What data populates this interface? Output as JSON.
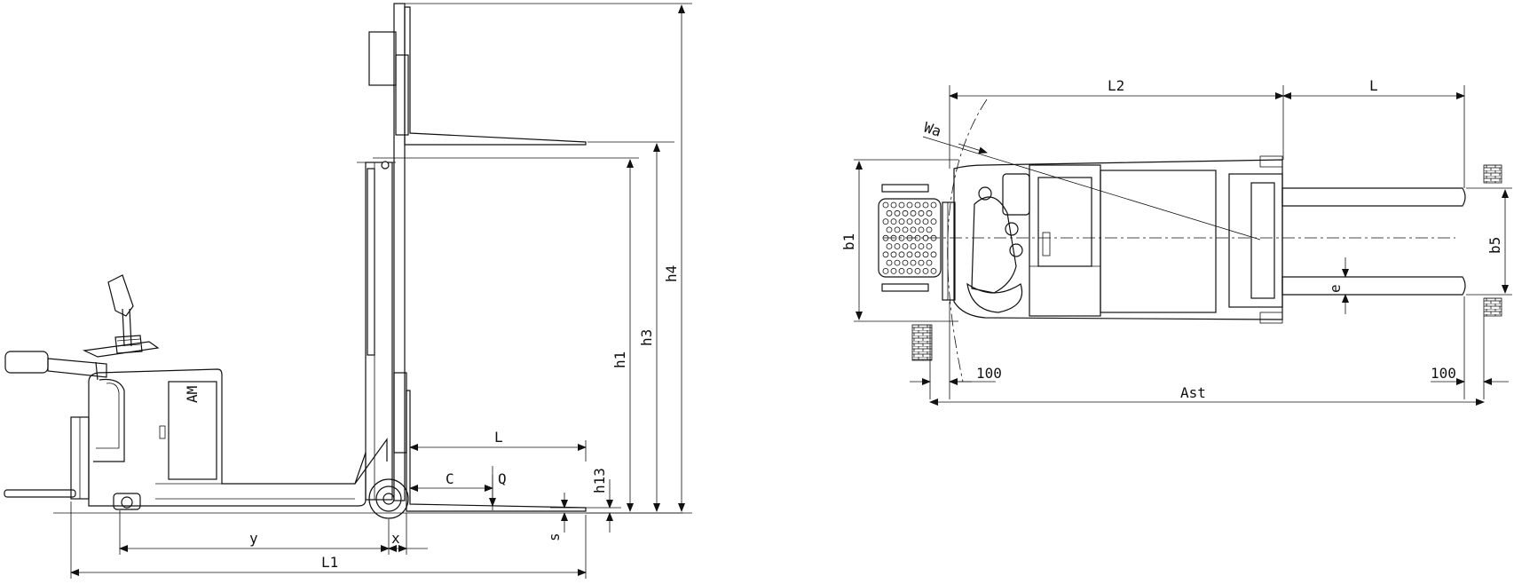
{
  "labels": {
    "y": "y",
    "x": "x",
    "L1": "L1",
    "L_side": "L",
    "C": "C",
    "Q": "Q",
    "h13": "h13",
    "s": "s",
    "h1": "h1",
    "h3": "h3",
    "h4": "h4",
    "L2": "L2",
    "L_top": "L",
    "Wa": "Wa",
    "b1": "b1",
    "b5": "b5",
    "e": "e",
    "clear_left": "100",
    "clear_right": "100",
    "Ast": "Ast"
  },
  "brand_mark": "AM"
}
